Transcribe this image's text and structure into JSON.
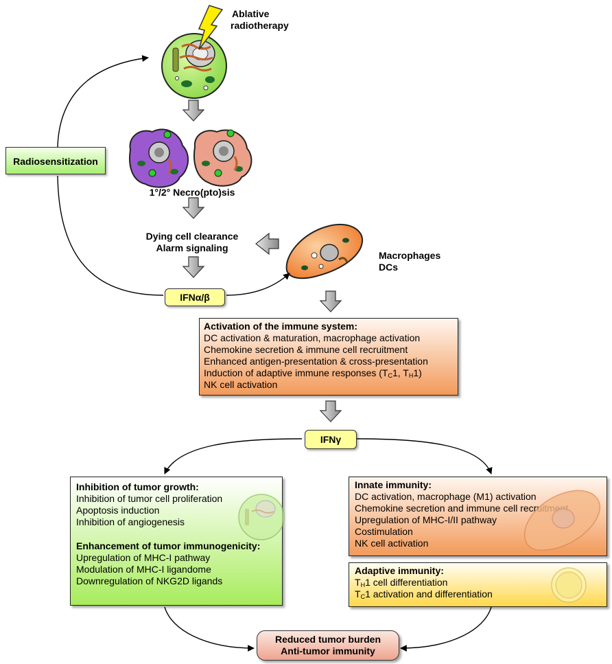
{
  "labels": {
    "ablative": [
      "Ablative",
      "radiotherapy"
    ],
    "radiosensitization": "Radiosensitization",
    "necro": "1°/2° Necro(pto)sis",
    "dying": [
      "Dying cell clearance",
      "Alarm signaling"
    ],
    "macrophages": [
      "Macrophages",
      "DCs"
    ],
    "ifn_ab": "IFNα/β",
    "ifn_g": "IFNγ"
  },
  "activation_box": {
    "title": "Activation of the immune system:",
    "items": [
      "DC activation & maturation, macrophage activation",
      "Chemokine secretion & immune cell recruitment",
      "Enhanced antigen-presentation & cross-presentation"
    ],
    "adaptive_item": {
      "prefix": "Induction of adaptive immune responses (T",
      "sub1": "C",
      "mid": "1, T",
      "sub2": "H",
      "suffix": "1)"
    },
    "last_item": "NK cell activation"
  },
  "tumor_box": {
    "title1": "Inhibition of tumor growth:",
    "items1": [
      "Inhibition of tumor cell proliferation",
      "Apoptosis induction",
      "Inhibition of angiogenesis"
    ],
    "title2": "Enhancement of tumor immunogenicity:",
    "items2": [
      "Upregulation of MHC-I pathway",
      "Modulation of MHC-I ligandome",
      "Downregulation of NKG2D ligands"
    ]
  },
  "innate_box": {
    "title": "Innate immunity:",
    "items": [
      "DC activation, macrophage (M1) activation",
      "Chemokine secretion and immune cell recruitment",
      "Upregulation of MHC-I/II pathway",
      "Costimulation",
      "NK cell activation"
    ]
  },
  "adaptive_box": {
    "title": "Adaptive immunity:",
    "item1": {
      "prefix": "T",
      "sub": "H",
      "suffix": "1 cell differentiation"
    },
    "item2": {
      "prefix": "T",
      "sub": "C",
      "suffix": "1 activation and differentiation"
    }
  },
  "outcome": [
    "Reduced tumor burden",
    "Anti-tumor immunity"
  ],
  "colors": {
    "cell_green": "#9fe060",
    "necrotic_purple": "#9b59d0",
    "necrotic_salmon": "#eaa08a",
    "macrophage_orange": "#f0843a",
    "ifn_yellow": "#ffff9a",
    "radio_green": "#a8f070",
    "outcome_pink": "#f2b8a8"
  }
}
